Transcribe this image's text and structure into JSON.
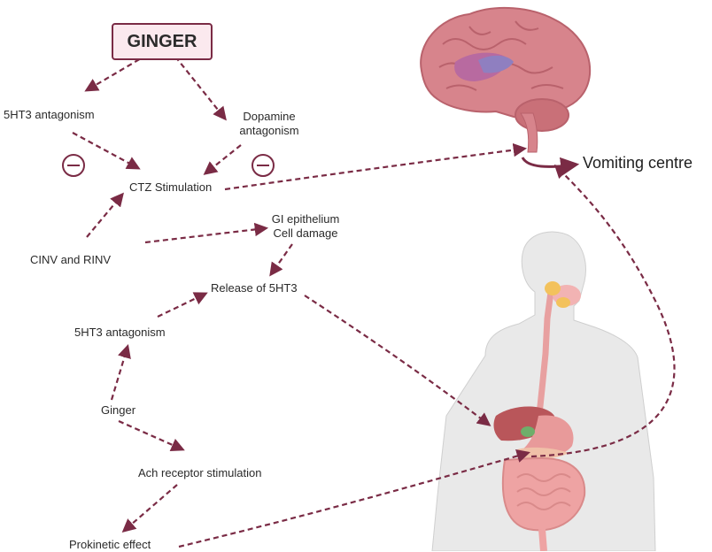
{
  "title": "GINGER",
  "labels": {
    "ht3_top": "5HT3 antagonism",
    "dopamine_line1": "Dopamine",
    "dopamine_line2": "antagonism",
    "ctz": "CTZ Stimulation",
    "vomiting": "Vomiting centre",
    "cinv": "CINV and RINV",
    "gi_line1": "GI epithelium",
    "gi_line2": "Cell damage",
    "release": "Release of 5HT3",
    "ht3_mid": "5HT3 antagonism",
    "ginger_small": "Ginger",
    "ach": "Ach receptor stimulation",
    "prokinetic": "Prokinetic effect"
  },
  "icons": [
    "inhibition-icon",
    "inhibition-icon",
    "brain-icon",
    "human-body-icon"
  ],
  "colors": {
    "arrow": "#7a2b45",
    "title_border": "#7a2b45",
    "title_fill": "#fbe9ee",
    "brain": "#d7848c",
    "skin": "#e9e9e9",
    "organs": "#e8a0a0"
  }
}
